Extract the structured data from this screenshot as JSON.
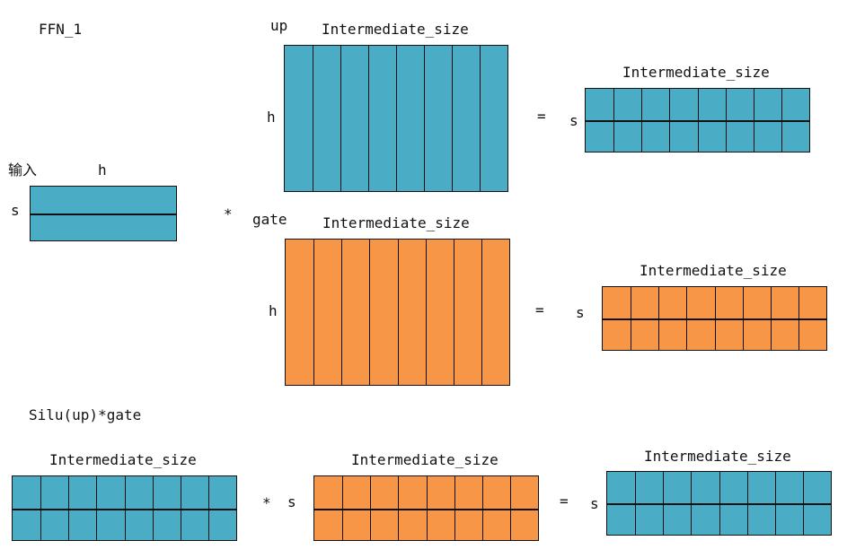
{
  "colors": {
    "up": "#4bacc6",
    "gate": "#f79646",
    "line": "#111111"
  },
  "labels": {
    "title": "FFN_1",
    "input": "输入",
    "h": "h",
    "s": "s",
    "up": "up",
    "gate": "gate",
    "intermediate": "Intermediate_size",
    "mul": "*",
    "eq": "=",
    "silu": "Silu(up)*gate"
  },
  "matrices": [
    {
      "name": "input-matrix",
      "color": "up",
      "rows": 2,
      "cols": 1
    },
    {
      "name": "up-weight-matrix",
      "color": "up",
      "rows": 1,
      "cols": 8
    },
    {
      "name": "gate-weight-matrix",
      "color": "gate",
      "rows": 1,
      "cols": 8
    },
    {
      "name": "up-result-matrix",
      "color": "up",
      "rows": 2,
      "cols": 8
    },
    {
      "name": "gate-result-matrix",
      "color": "gate",
      "rows": 2,
      "cols": 8
    },
    {
      "name": "silu-up-matrix",
      "color": "up",
      "rows": 2,
      "cols": 8
    },
    {
      "name": "gate-operand-matrix",
      "color": "gate",
      "rows": 2,
      "cols": 8
    },
    {
      "name": "final-result-matrix",
      "color": "up",
      "rows": 2,
      "cols": 8
    }
  ]
}
